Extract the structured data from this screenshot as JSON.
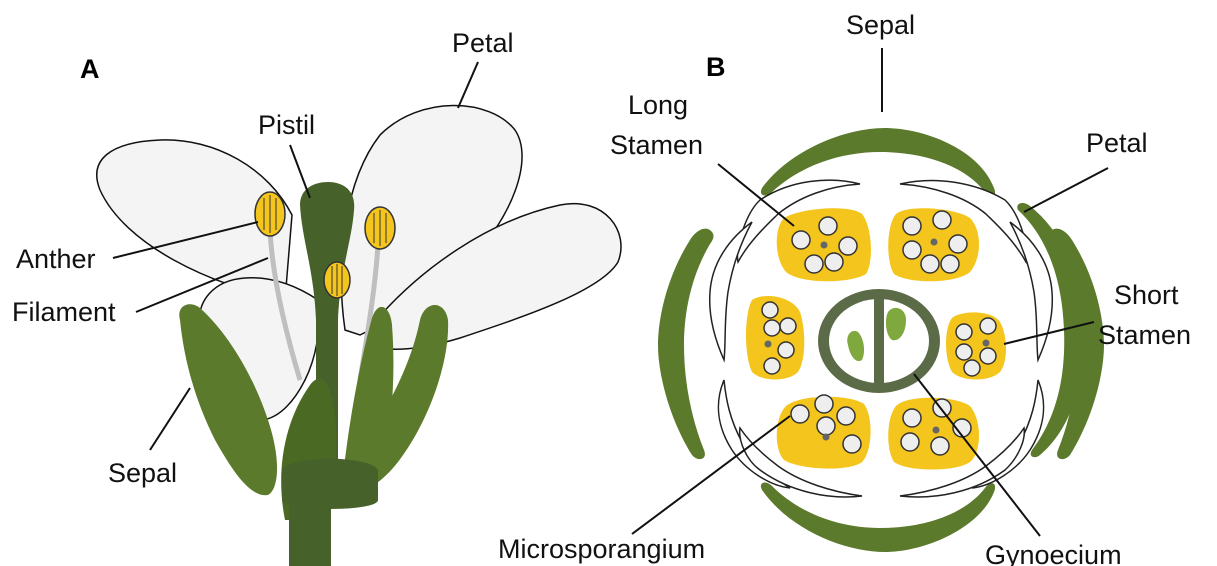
{
  "panels": {
    "a": "A",
    "b": "B"
  },
  "labels": {
    "petal_a": "Petal",
    "pistil": "Pistil",
    "anther": "Anther",
    "filament": "Filament",
    "sepal_a": "Sepal",
    "sepal_b": "Sepal",
    "long_stamen_1": "Long",
    "long_stamen_2": "Stamen",
    "petal_b": "Petal",
    "short_stamen_1": "Short",
    "short_stamen_2": "Stamen",
    "microsporangium": "Microsporangium",
    "gynoecium": "Gynoecium"
  },
  "colors": {
    "sepal_green": "#5b7a2c",
    "pistil_green": "#46622a",
    "light_green": "#8fb04a",
    "anther_yellow": "#f4c51d",
    "petal_white": "#f4f4f4",
    "outline": "#111111"
  }
}
